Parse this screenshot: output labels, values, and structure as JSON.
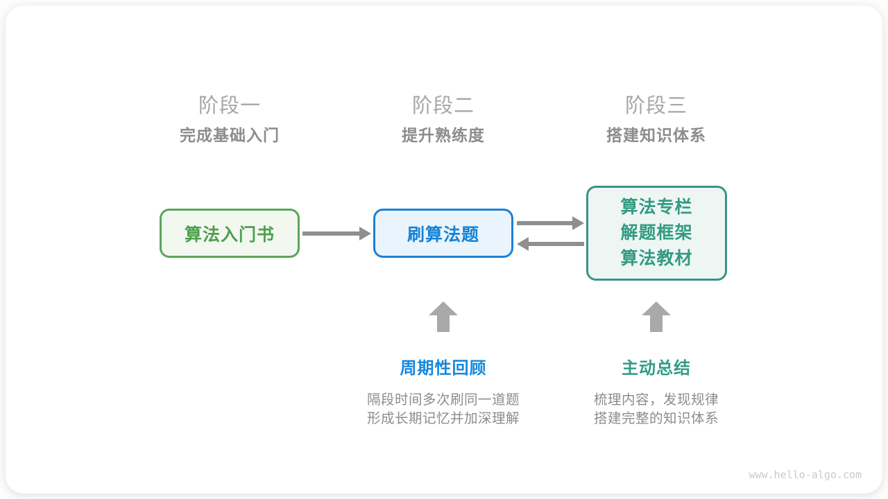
{
  "stages": [
    {
      "title": "阶段一",
      "subtitle": "完成基础入门"
    },
    {
      "title": "阶段二",
      "subtitle": "提升熟练度"
    },
    {
      "title": "阶段三",
      "subtitle": "搭建知识体系"
    }
  ],
  "nodes": {
    "intro_book": {
      "label": "算法入门书"
    },
    "practice": {
      "label": "刷算法题"
    },
    "resources": {
      "lines": [
        "算法专栏",
        "解题框架",
        "算法教材"
      ]
    }
  },
  "methods": [
    {
      "title": "周期性回顾",
      "desc": [
        "隔段时间多次刷同一道题",
        "形成长期记忆并加深理解"
      ]
    },
    {
      "title": "主动总结",
      "desc": [
        "梳理内容，发现规律",
        "搭建完整的知识体系"
      ]
    }
  ],
  "watermark": "www.hello-algo.com",
  "colors": {
    "green_border": "#5aa55a",
    "green_fill": "#f2f8f0",
    "green_text": "#4d9f4d",
    "blue_border": "#1d80d2",
    "blue_fill": "#eaf4fc",
    "blue_text": "#1583d6",
    "teal_border": "#3b9286",
    "teal_fill": "#eef6f3",
    "teal_text": "#339b84",
    "method_blue": "#1688dd",
    "method_teal": "#2f9c85",
    "arrow_gray": "#8f8f8f",
    "up_arrow_gray": "#a9a9a9",
    "stage_title_gray": "#a6a6a6",
    "subtitle_gray": "#8c8c8c",
    "watermark_gray": "#c9c9c9"
  }
}
